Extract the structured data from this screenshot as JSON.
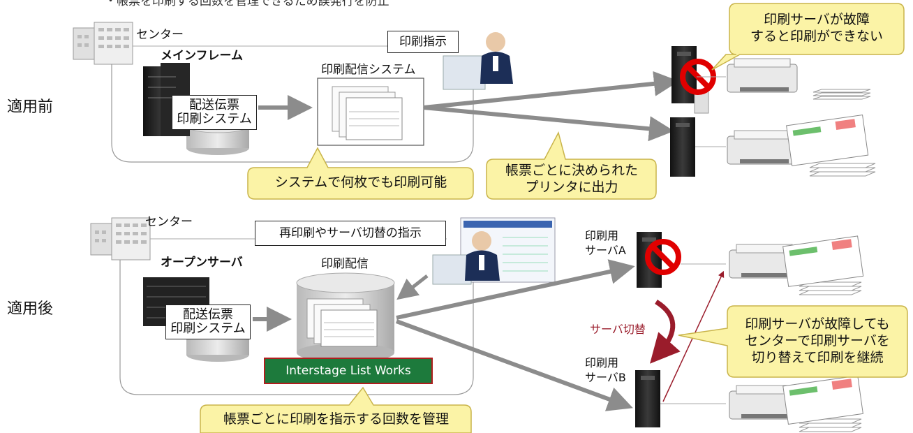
{
  "header_note": "・帳票を印刷する回数を管理できるため誤発行を防止",
  "before": {
    "section_label": "適用前",
    "center_label": "センター",
    "mainframe_label": "メインフレーム",
    "print_system_label": "配送伝票\n印刷システム",
    "distribution_label": "印刷配信システム",
    "instruction_label": "印刷指示",
    "callout_server_fail": "印刷サーバが故障\nすると印刷ができない",
    "callout_any_copies": "システムで何枚でも印刷可能",
    "callout_fixed_printer": "帳票ごとに決められた\nプリンタに出力"
  },
  "after": {
    "section_label": "適用後",
    "center_label": "センター",
    "open_server_label": "オープンサーバ",
    "print_system_label": "配送伝票\n印刷システム",
    "distribution_label": "印刷配信",
    "instruction_label": "再印刷やサーバ切替の指示",
    "product_label": "Interstage List Works",
    "server_a_label": "印刷用\nサーバA",
    "server_b_label": "印刷用\nサーバB",
    "switch_label": "サーバ切替",
    "callout_continue": "印刷サーバが故障しても\nセンターで印刷サーバを\n切り替えて印刷を継続",
    "callout_manage_count": "帳票ごとに印刷を指示する回数を管理"
  },
  "colors": {
    "callout_fill": "#fbf3a6",
    "callout_border": "#c9b44a",
    "arrow_gray": "#8c8c8c",
    "prohibit_red": "#e00000",
    "product_green": "#1d7a3c",
    "switch_red": "#9a1c2b"
  }
}
